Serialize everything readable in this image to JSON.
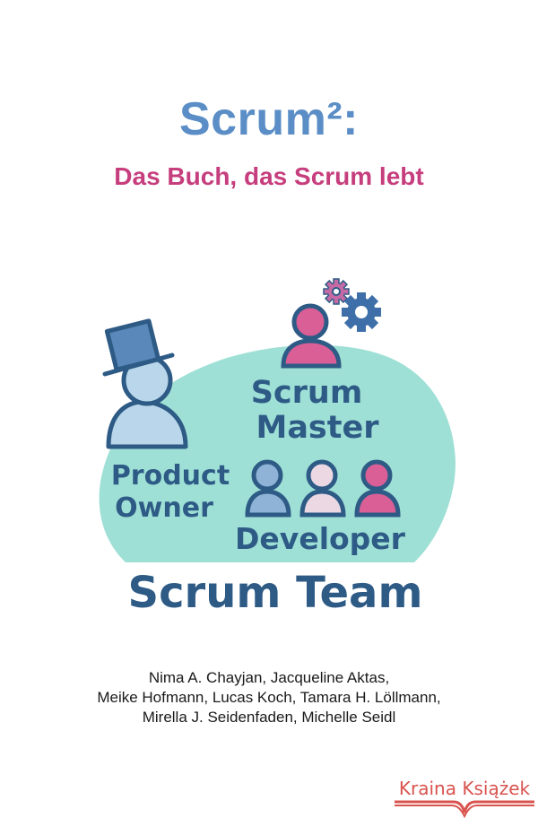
{
  "cover": {
    "title": "Scrum²:",
    "subtitle": "Das Buch, das Scrum lebt",
    "colors": {
      "title": "#5b8ec6",
      "subtitle": "#c63e7d",
      "blob": "#9fe0d6",
      "ink": "#2e5b86",
      "pink": "#d95f96",
      "light_blue": "#b9d6ea",
      "hat_blue": "#5a88ba",
      "light_pink": "#ecd8e3",
      "publisher_red": "#d9534f"
    }
  },
  "illustration": {
    "labels": {
      "scrum_master_line1": "Scrum",
      "scrum_master_line2": "Master",
      "product_owner_line1": "Product",
      "product_owner_line2": "Owner",
      "developer": "Developer",
      "scrum_team": "Scrum Team"
    },
    "icons": [
      "product-owner-top-hat-person",
      "scrum-master-person",
      "gear-icons",
      "developer-person-blue",
      "developer-person-light-pink",
      "developer-person-pink"
    ]
  },
  "authors": {
    "line1": "Nima A. Chayjan, Jacqueline Aktas,",
    "line2": "Meike Hofmann, Lucas Koch, Tamara H. Löllmann,",
    "line3": "Mirella J. Seidenfaden, Michelle Seidl"
  },
  "publisher": {
    "name": "Kraina Książek"
  }
}
